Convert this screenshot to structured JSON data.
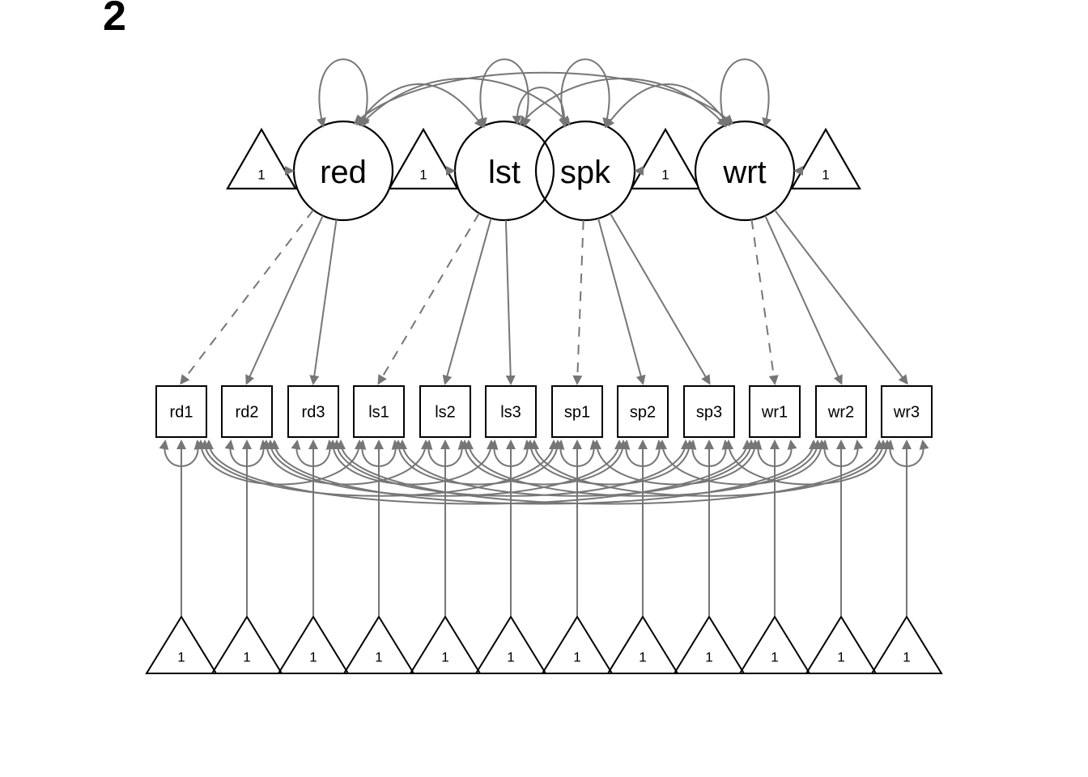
{
  "title": "2",
  "colors": {
    "background": "#ffffff",
    "edge": "#767676",
    "shape_stroke": "#000000",
    "shape_fill": "#ffffff",
    "text": "#000000"
  },
  "diagram": {
    "latent_variables": [
      {
        "id": "red",
        "label": "red"
      },
      {
        "id": "lst",
        "label": "lst"
      },
      {
        "id": "spk",
        "label": "spk"
      },
      {
        "id": "wrt",
        "label": "wrt"
      }
    ],
    "observed_variables": [
      {
        "id": "rd1",
        "label": "rd1",
        "factor": "red"
      },
      {
        "id": "rd2",
        "label": "rd2",
        "factor": "red"
      },
      {
        "id": "rd3",
        "label": "rd3",
        "factor": "red"
      },
      {
        "id": "ls1",
        "label": "ls1",
        "factor": "lst"
      },
      {
        "id": "ls2",
        "label": "ls2",
        "factor": "lst"
      },
      {
        "id": "ls3",
        "label": "ls3",
        "factor": "lst"
      },
      {
        "id": "sp1",
        "label": "sp1",
        "factor": "spk"
      },
      {
        "id": "sp2",
        "label": "sp2",
        "factor": "spk"
      },
      {
        "id": "sp3",
        "label": "sp3",
        "factor": "spk"
      },
      {
        "id": "wr1",
        "label": "wr1",
        "factor": "wrt"
      },
      {
        "id": "wr2",
        "label": "wr2",
        "factor": "wrt"
      },
      {
        "id": "wr3",
        "label": "wr3",
        "factor": "wrt"
      }
    ],
    "intercept_label": "1",
    "loadings": [
      {
        "from": "red",
        "to": "rd1",
        "style": "dashed"
      },
      {
        "from": "red",
        "to": "rd2",
        "style": "solid"
      },
      {
        "from": "red",
        "to": "rd3",
        "style": "solid"
      },
      {
        "from": "lst",
        "to": "ls1",
        "style": "dashed"
      },
      {
        "from": "lst",
        "to": "ls2",
        "style": "solid"
      },
      {
        "from": "lst",
        "to": "ls3",
        "style": "solid"
      },
      {
        "from": "spk",
        "to": "sp1",
        "style": "dashed"
      },
      {
        "from": "spk",
        "to": "sp2",
        "style": "solid"
      },
      {
        "from": "spk",
        "to": "sp3",
        "style": "solid"
      },
      {
        "from": "wrt",
        "to": "wr1",
        "style": "dashed"
      },
      {
        "from": "wrt",
        "to": "wr2",
        "style": "solid"
      },
      {
        "from": "wrt",
        "to": "wr3",
        "style": "solid"
      }
    ],
    "latent_intercepts": [
      "red",
      "lst",
      "spk",
      "wrt"
    ],
    "latent_variances": [
      "red",
      "lst",
      "spk",
      "wrt"
    ],
    "latent_covariances": [
      [
        "red",
        "wrt"
      ],
      [
        "red",
        "spk"
      ],
      [
        "lst",
        "wrt"
      ],
      [
        "red",
        "lst"
      ],
      [
        "spk",
        "wrt"
      ],
      [
        "lst",
        "spk"
      ]
    ],
    "observed_intercepts": [
      "rd1",
      "rd2",
      "rd3",
      "ls1",
      "ls2",
      "ls3",
      "sp1",
      "sp2",
      "sp3",
      "wr1",
      "wr2",
      "wr3"
    ],
    "residual_variances": [
      "rd1",
      "rd2",
      "rd3",
      "ls1",
      "ls2",
      "ls3",
      "sp1",
      "sp2",
      "sp3",
      "wr1",
      "wr2",
      "wr3"
    ],
    "residual_covariances": [
      [
        "rd1",
        "ls1"
      ],
      [
        "rd1",
        "sp1"
      ],
      [
        "rd1",
        "wr1"
      ],
      [
        "ls1",
        "sp1"
      ],
      [
        "ls1",
        "wr1"
      ],
      [
        "sp1",
        "wr1"
      ],
      [
        "rd2",
        "ls2"
      ],
      [
        "rd2",
        "sp2"
      ],
      [
        "rd2",
        "wr2"
      ],
      [
        "ls2",
        "sp2"
      ],
      [
        "ls2",
        "wr2"
      ],
      [
        "sp2",
        "wr2"
      ],
      [
        "rd3",
        "ls3"
      ],
      [
        "rd3",
        "sp3"
      ],
      [
        "rd3",
        "wr3"
      ],
      [
        "ls3",
        "sp3"
      ],
      [
        "ls3",
        "wr3"
      ],
      [
        "sp3",
        "wr3"
      ]
    ]
  }
}
